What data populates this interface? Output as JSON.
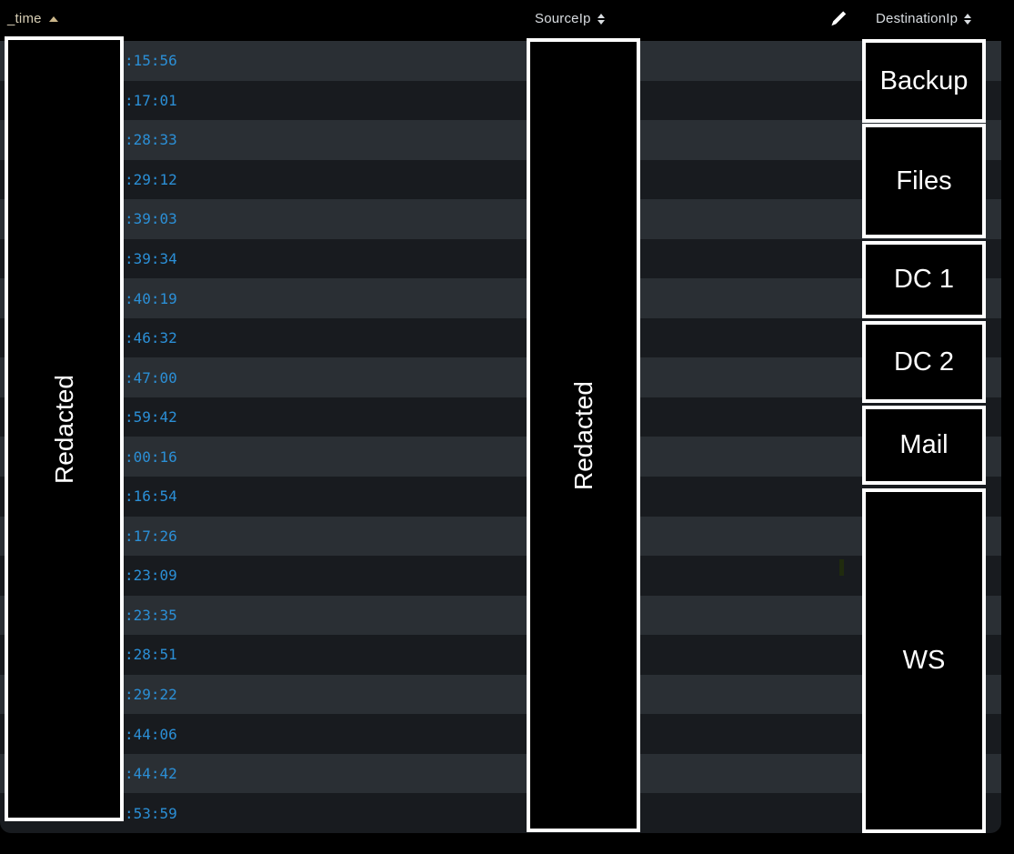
{
  "table": {
    "columns": [
      {
        "label": "_time",
        "sort": "ascending"
      },
      {
        "label": "SourceIp",
        "sort": "sortable"
      },
      {
        "label": "DestinationIp",
        "sort": "sortable"
      }
    ],
    "times": [
      ":15:56",
      ":17:01",
      ":28:33",
      ":29:12",
      ":39:03",
      ":39:34",
      ":40:19",
      ":46:32",
      ":47:00",
      ":59:42",
      ":00:16",
      ":16:54",
      ":17:26",
      ":23:09",
      ":23:35",
      ":28:51",
      ":29:22",
      ":44:06",
      ":44:42",
      ":53:59"
    ]
  },
  "redactions": {
    "time_column_label": "Redacted",
    "source_column_label": "Redacted",
    "destination_groups": [
      {
        "label": "Backup"
      },
      {
        "label": "Files"
      },
      {
        "label": "DC 1"
      },
      {
        "label": "DC 2"
      },
      {
        "label": "Mail"
      },
      {
        "label": "WS"
      }
    ]
  },
  "icons": {
    "edit": "pencil-icon",
    "time_sort": "caret-up-icon",
    "column_sort": "sort-arrows-icon"
  },
  "colors": {
    "background": "#000000",
    "row_light": "#2a2f34",
    "row_dark": "#181b1f",
    "time_text": "#2b8fd6",
    "header_text": "#d9dde1",
    "redaction_border": "#ffffff",
    "redaction_fill": "#000000"
  }
}
